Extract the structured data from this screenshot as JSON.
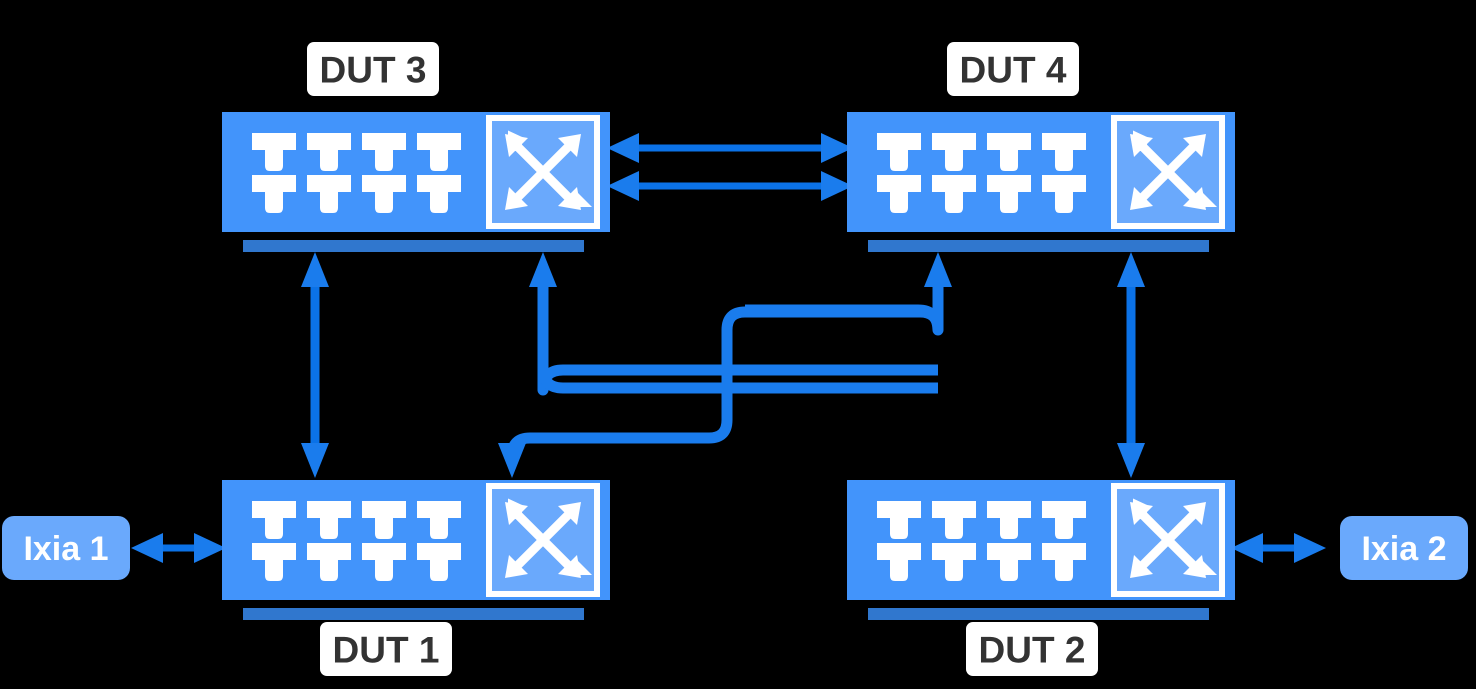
{
  "diagram": {
    "title": "Four-DUT switch topology with two Ixia traffic generators",
    "background_color": "#000000",
    "colors": {
      "device_body": "#4294fb",
      "device_base_bar": "#3077ce",
      "switch_glyph_panel": "#6aa9fc",
      "port_glyph": "#ffffff",
      "link_line": "#0b72e7",
      "cable_line": "#1a7ced",
      "dut_label_bg": "#ffffff",
      "dut_label_text": "#333333",
      "ixia_box_bg": "#6aa9fc",
      "ixia_label_text": "#ffffff"
    }
  },
  "devices": [
    {
      "id": "dut3",
      "label": "DUT 3",
      "label_position": "above",
      "port_count": 8,
      "port_rows": 2,
      "switch_icon": "crossed-arrows-switch-icon"
    },
    {
      "id": "dut4",
      "label": "DUT 4",
      "label_position": "above",
      "port_count": 8,
      "port_rows": 2,
      "switch_icon": "crossed-arrows-switch-icon"
    },
    {
      "id": "dut1",
      "label": "DUT 1",
      "label_position": "below",
      "port_count": 8,
      "port_rows": 2,
      "switch_icon": "crossed-arrows-switch-icon"
    },
    {
      "id": "dut2",
      "label": "DUT 2",
      "label_position": "below",
      "port_count": 8,
      "port_rows": 2,
      "switch_icon": "crossed-arrows-switch-icon"
    }
  ],
  "traffic_generators": [
    {
      "id": "ixia1",
      "label": "Ixia 1",
      "side": "left",
      "connects_to": "dut1"
    },
    {
      "id": "ixia2",
      "label": "Ixia 2",
      "side": "right",
      "connects_to": "dut2"
    }
  ],
  "links": [
    {
      "id": "dut3-dut4-link-a",
      "from": "dut3",
      "to": "dut4",
      "style": "double-arrow",
      "orientation": "horizontal"
    },
    {
      "id": "dut3-dut4-link-b",
      "from": "dut3",
      "to": "dut4",
      "style": "double-arrow",
      "orientation": "horizontal"
    },
    {
      "id": "dut3-dut1-link",
      "from": "dut3",
      "to": "dut1",
      "style": "double-arrow",
      "orientation": "vertical"
    },
    {
      "id": "dut4-dut2-link",
      "from": "dut4",
      "to": "dut2",
      "style": "double-arrow",
      "orientation": "vertical"
    },
    {
      "id": "dut1-dut4-cross",
      "from": "dut1",
      "to": "dut4",
      "style": "routed-cable",
      "orientation": "crossed"
    },
    {
      "id": "dut2-dut3-cross",
      "from": "dut2",
      "to": "dut3",
      "style": "routed-cable",
      "orientation": "crossed"
    },
    {
      "id": "ixia1-dut1-link",
      "from": "ixia1",
      "to": "dut1",
      "style": "double-arrow",
      "orientation": "horizontal"
    },
    {
      "id": "ixia2-dut2-link",
      "from": "ixia2",
      "to": "dut2",
      "style": "double-arrow",
      "orientation": "horizontal"
    }
  ]
}
